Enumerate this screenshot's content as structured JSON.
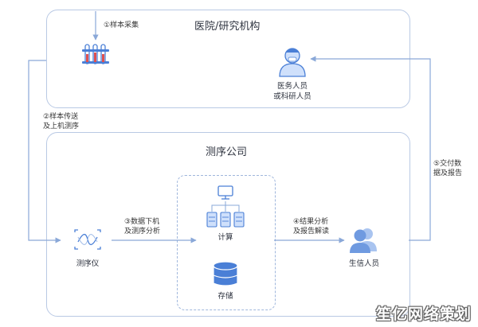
{
  "top_box": {
    "title": "医院/研究机构"
  },
  "bottom_box": {
    "title": "测序公司"
  },
  "steps": {
    "s1": "①样本采集",
    "s2_line1": "②样本传送",
    "s2_line2": "及上机测序",
    "s3_line1": "③数据下机",
    "s3_line2": "及测序分析",
    "s4_line1": "④结果分析",
    "s4_line2": "及报告解读",
    "s5_line1": "⑤交付数",
    "s5_line2": "据及报告"
  },
  "nodes": {
    "doctor_line1": "医务人员",
    "doctor_line2": "或科研人员",
    "sequencer": "测序仪",
    "compute": "计算",
    "storage": "存储",
    "bioinfo": "生信人员"
  },
  "watermark": "笙亿网络策划",
  "colors": {
    "accent": "#4a7fd6",
    "border": "#b9c9e4",
    "arrow": "#8aa8d8"
  }
}
